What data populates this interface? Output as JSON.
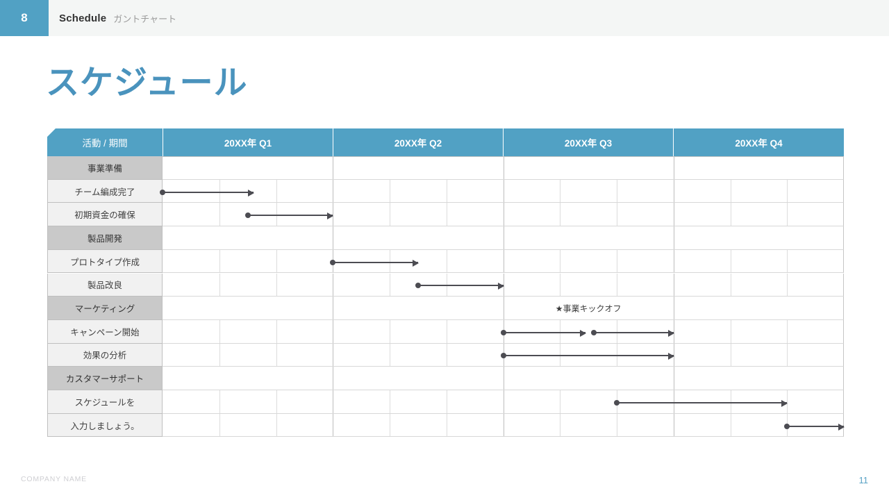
{
  "topbar": {
    "number": "8",
    "title_en": "Schedule",
    "title_jp": "ガントチャート"
  },
  "slide": {
    "title": "スケジュール"
  },
  "footer": {
    "company": "COMPANY NAME",
    "page": "11"
  },
  "colors": {
    "accent_blue": "#51a1c4",
    "title_blue": "#4a93bd",
    "category_gray": "#c9c9c9",
    "task_gray": "#f1f1f1",
    "bar_dark": "#4c4c52"
  },
  "chart_data": {
    "type": "gantt",
    "title": "スケジュール",
    "label_header": "活動 / 期間",
    "columns": [
      "20XX年 Q1",
      "20XX年 Q2",
      "20XX年 Q3",
      "20XX年 Q4"
    ],
    "subdivisions_per_column": 3,
    "xlim": [
      0,
      12
    ],
    "rows": [
      {
        "label": "事業準備",
        "kind": "category",
        "bars": []
      },
      {
        "label": "チーム編成完了",
        "kind": "task",
        "bars": [
          {
            "start": 0.0,
            "end": 1.6
          }
        ]
      },
      {
        "label": "初期資金の確保",
        "kind": "task",
        "bars": [
          {
            "start": 1.5,
            "end": 3.0
          }
        ]
      },
      {
        "label": "製品開発",
        "kind": "category",
        "bars": []
      },
      {
        "label": "プロトタイプ作成",
        "kind": "task",
        "bars": [
          {
            "start": 3.0,
            "end": 4.5
          }
        ]
      },
      {
        "label": "製品改良",
        "kind": "task",
        "bars": [
          {
            "start": 4.5,
            "end": 6.0
          }
        ]
      },
      {
        "label": "マーケティング",
        "kind": "category",
        "bars": [],
        "annotation": {
          "text": "★事業キックオフ",
          "at": 7.5
        }
      },
      {
        "label": "キャンペーン開始",
        "kind": "task",
        "bars": [
          {
            "start": 6.0,
            "end": 7.45
          },
          {
            "start": 7.6,
            "end": 9.0
          }
        ]
      },
      {
        "label": "効果の分析",
        "kind": "task",
        "bars": [
          {
            "start": 6.0,
            "end": 9.0
          }
        ]
      },
      {
        "label": "カスタマーサポート",
        "kind": "category",
        "bars": []
      },
      {
        "label": "スケジュールを",
        "kind": "task",
        "bars": [
          {
            "start": 8.0,
            "end": 11.0
          }
        ]
      },
      {
        "label": "入力しましょう。",
        "kind": "task",
        "bars": [
          {
            "start": 11.0,
            "end": 12.0
          }
        ]
      }
    ]
  }
}
